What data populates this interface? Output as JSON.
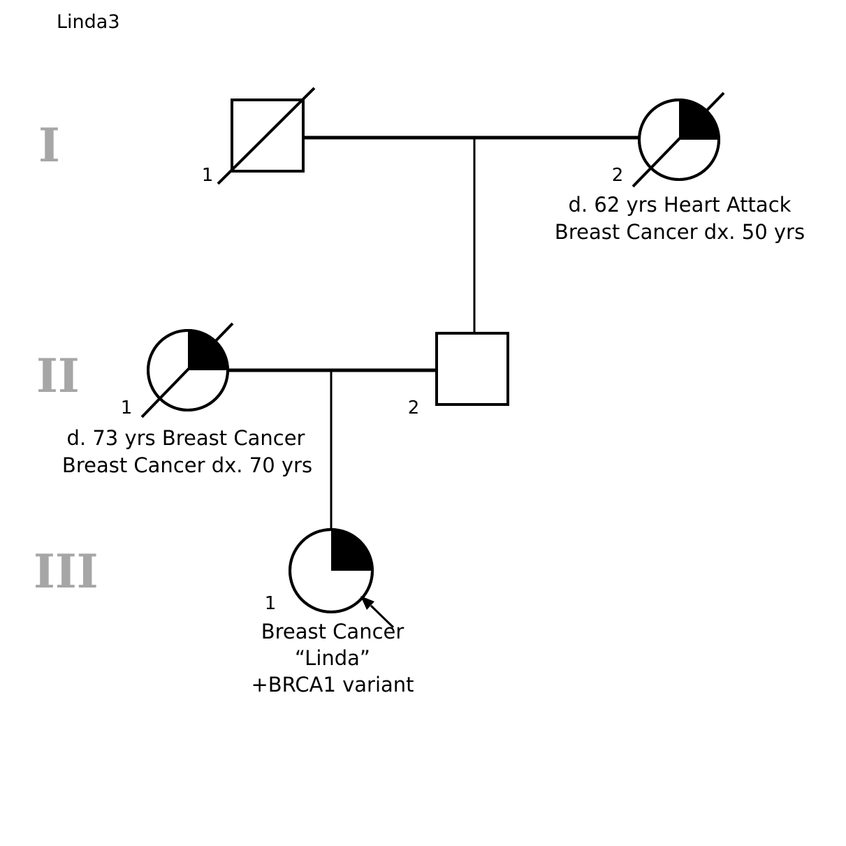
{
  "title": "Linda3",
  "generations": [
    {
      "label": "I"
    },
    {
      "label": "II"
    },
    {
      "label": "III"
    }
  ],
  "individuals": {
    "I-1": {
      "number": "1",
      "sex": "male",
      "deceased": true,
      "affected": false,
      "annotation": []
    },
    "I-2": {
      "number": "2",
      "sex": "female",
      "deceased": true,
      "affected": "upper-right quadrant filled",
      "annotation": [
        "d. 62 yrs Heart Attack",
        "Breast Cancer dx. 50 yrs"
      ]
    },
    "II-1": {
      "number": "1",
      "sex": "female",
      "deceased": true,
      "affected": "upper-right quadrant filled",
      "annotation": [
        "d. 73 yrs Breast Cancer",
        "Breast Cancer dx. 70 yrs"
      ]
    },
    "II-2": {
      "number": "2",
      "sex": "male",
      "deceased": false,
      "affected": false,
      "annotation": []
    },
    "III-1": {
      "number": "1",
      "sex": "female",
      "deceased": false,
      "affected": "upper-right quadrant filled",
      "proband": true,
      "annotation": [
        "Breast Cancer",
        "“Linda”",
        "+BRCA1 variant"
      ]
    }
  },
  "colors": {
    "symbol_stroke": "#000000",
    "affected_fill": "#000000",
    "generation_label": "#a6a6a6",
    "background": "#ffffff"
  }
}
